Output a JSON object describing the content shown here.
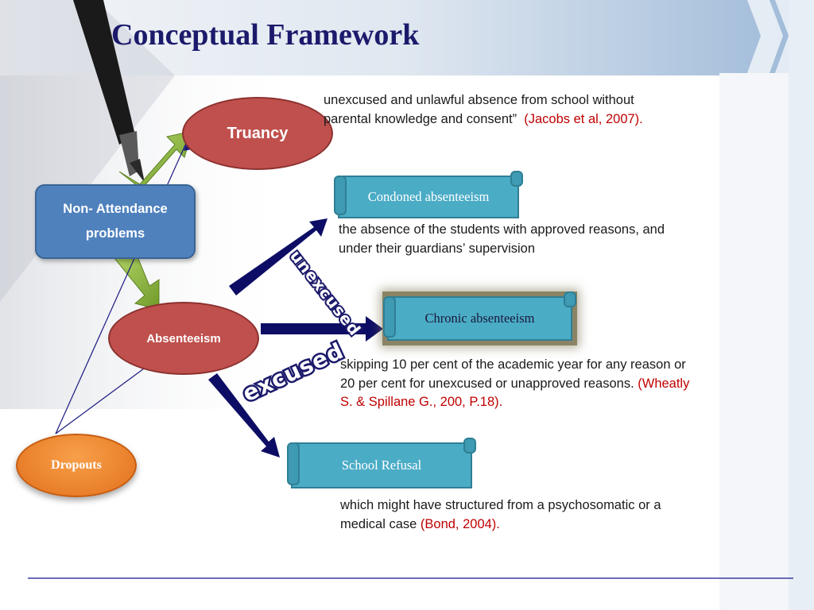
{
  "slide": {
    "title": "Conceptual Framework"
  },
  "nodes": {
    "truancy": "Truancy",
    "non_attendance": [
      "Non- Attendance",
      "problems"
    ],
    "absenteeism": "Absenteeism",
    "dropouts": "Dropouts"
  },
  "categories": {
    "condoned": "Condoned absenteeism",
    "chronic": "Chronic absenteeism",
    "school_refusal": "School Refusal"
  },
  "labels": {
    "unexcused": "unexcused",
    "excused": "excused"
  },
  "definitions": {
    "truancy": {
      "line1": "unexcused and unlawful absence from school without",
      "line2": "parental knowledge and consent”",
      "cite": "(Jacobs et al, 2007)."
    },
    "condoned": {
      "line1": "the absence of the students with approved reasons, and",
      "line2": "under their guardians’ supervision"
    },
    "chronic": {
      "line1": "skipping 10 per cent of the academic year for any reason or",
      "line2": "20 per cent for unexcused or unapproved reasons.",
      "cite1": "(Wheatly",
      "cite2": "S. & Spillane G., 200, P.18)."
    },
    "school_refusal": {
      "line1": "which might have structured from a psychosomatic or a",
      "line2": "medical case",
      "cite": "(Bond, 2004)."
    }
  },
  "colors": {
    "title": "#1c1a6b",
    "oval_red": "#c0504d",
    "box_blue": "#4f81bd",
    "scroll_teal": "#4bacc6",
    "dropouts_orange": "#e97b22",
    "arrow_navy": "#0d0d66",
    "arrow_green": "#8bb43a",
    "citation_red": "#c00000"
  }
}
